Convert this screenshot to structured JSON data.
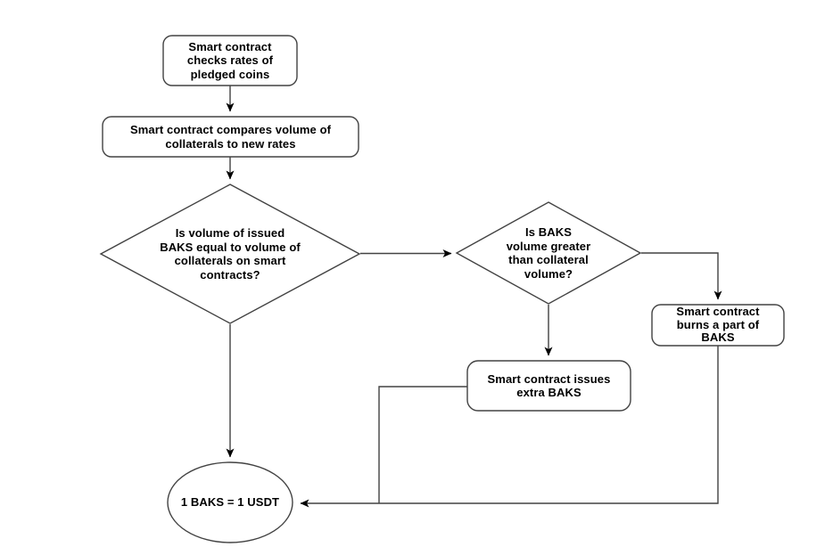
{
  "diagram": {
    "type": "flowchart",
    "colors": {
      "background": "#ffffff",
      "node_fill": "#ffffff",
      "node_stroke": "#424242",
      "text": "#000000",
      "arrowhead": "#000000"
    },
    "nodes": {
      "check_rates": {
        "shape": "rounded-rectangle",
        "label": "Smart contract checks rates of pledged coins",
        "lines": [
          "Smart contract",
          "checks rates of",
          "pledged coins"
        ]
      },
      "compare_volume": {
        "shape": "rounded-rectangle",
        "label": "Smart contract compares volume of collaterals to new rates",
        "lines": [
          "Smart contract compares volume of",
          "collaterals to new rates"
        ]
      },
      "is_equal": {
        "shape": "diamond",
        "label": "Is volume of issued BAKS equal to volume of collaterals on smart contracts?",
        "lines": [
          "Is volume of issued",
          "BAKS equal to volume of",
          "collaterals on smart",
          "contracts?"
        ]
      },
      "is_greater": {
        "shape": "diamond",
        "label": "Is BAKS volume greater than collateral volume?",
        "lines": [
          "Is BAKS",
          "volume greater",
          "than collateral",
          "volume?"
        ]
      },
      "burns_baks": {
        "shape": "rounded-rectangle",
        "label": "Smart contract burns a part of BAKS",
        "lines": [
          "Smart contract",
          "burns a part of",
          "BAKS"
        ]
      },
      "issues_baks": {
        "shape": "rounded-rectangle",
        "label": "Smart contract issues extra BAKS",
        "lines": [
          "Smart contract issues",
          "extra BAKS"
        ]
      },
      "parity": {
        "shape": "ellipse",
        "label": "1 BAKS = 1 USDT",
        "lines": [
          "1 BAKS = 1 USDT"
        ]
      }
    },
    "edges": [
      {
        "from": "check_rates",
        "to": "compare_volume",
        "label": ""
      },
      {
        "from": "compare_volume",
        "to": "is_equal",
        "label": ""
      },
      {
        "from": "is_equal",
        "to": "is_greater",
        "label": ""
      },
      {
        "from": "is_greater",
        "to": "burns_baks",
        "label": ""
      },
      {
        "from": "is_greater",
        "to": "issues_baks",
        "label": ""
      },
      {
        "from": "is_equal",
        "to": "parity",
        "label": ""
      },
      {
        "from": "burns_baks",
        "to": "parity",
        "label": ""
      },
      {
        "from": "issues_baks",
        "to": "parity",
        "label": ""
      }
    ]
  }
}
